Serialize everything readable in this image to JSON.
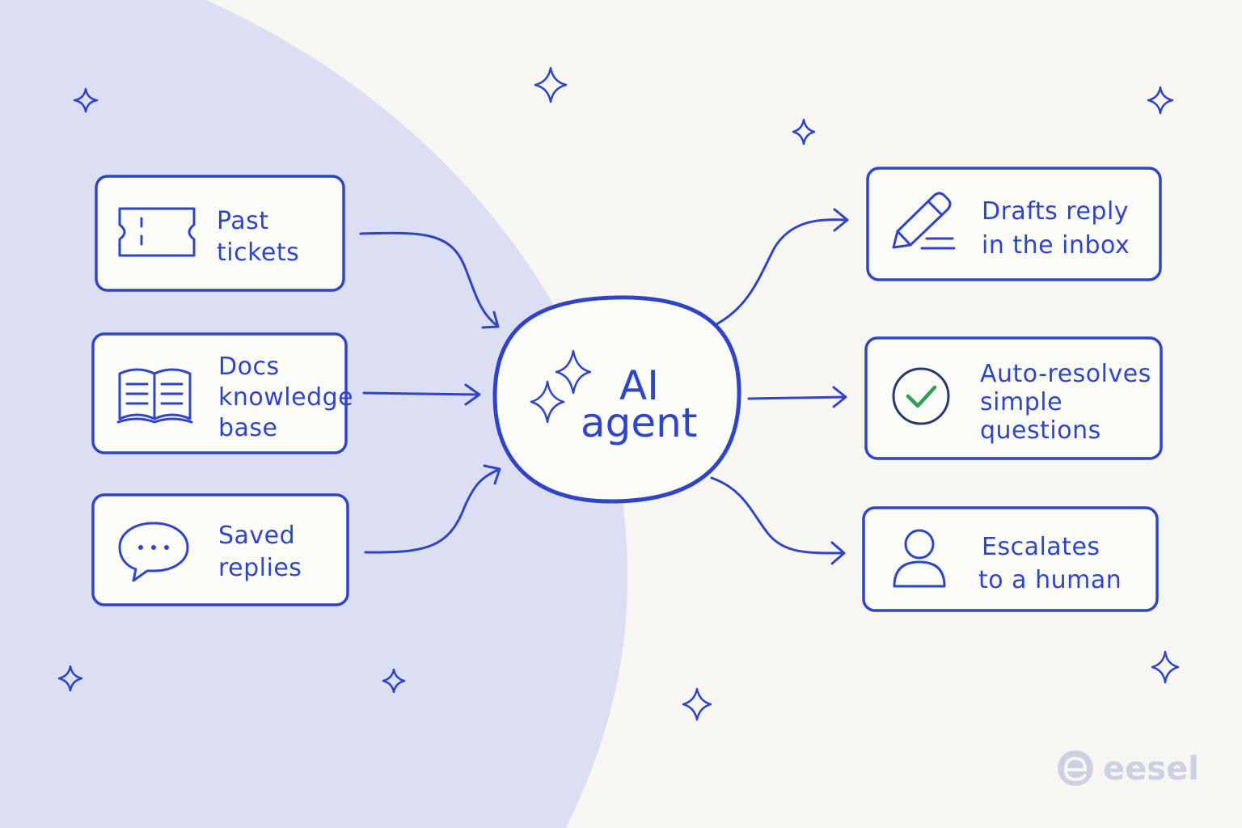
{
  "colors": {
    "background": "#f7f6f2",
    "blob": "#dcdef3",
    "ink": "#2f45c6",
    "check": "#2f9e5a",
    "brand": "#cbd0e2"
  },
  "inputs": [
    {
      "icon": "ticket-icon",
      "lines": [
        "Past",
        "tickets"
      ]
    },
    {
      "icon": "book-icon",
      "lines": [
        "Docs",
        "knowledge",
        "base"
      ]
    },
    {
      "icon": "chat-bubble-icon",
      "lines": [
        "Saved",
        "replies"
      ]
    }
  ],
  "center": {
    "icon": "sparkle-icon",
    "lines": [
      "AI",
      "agent"
    ]
  },
  "outputs": [
    {
      "icon": "pencil-icon",
      "lines": [
        "Drafts reply",
        "in the inbox"
      ]
    },
    {
      "icon": "check-circle-icon",
      "lines": [
        "Auto-resolves",
        "simple",
        "questions"
      ]
    },
    {
      "icon": "person-icon",
      "lines": [
        "Escalates",
        "to a human"
      ]
    }
  ],
  "brand": {
    "icon": "eesel-logo-icon",
    "name": "eesel"
  }
}
